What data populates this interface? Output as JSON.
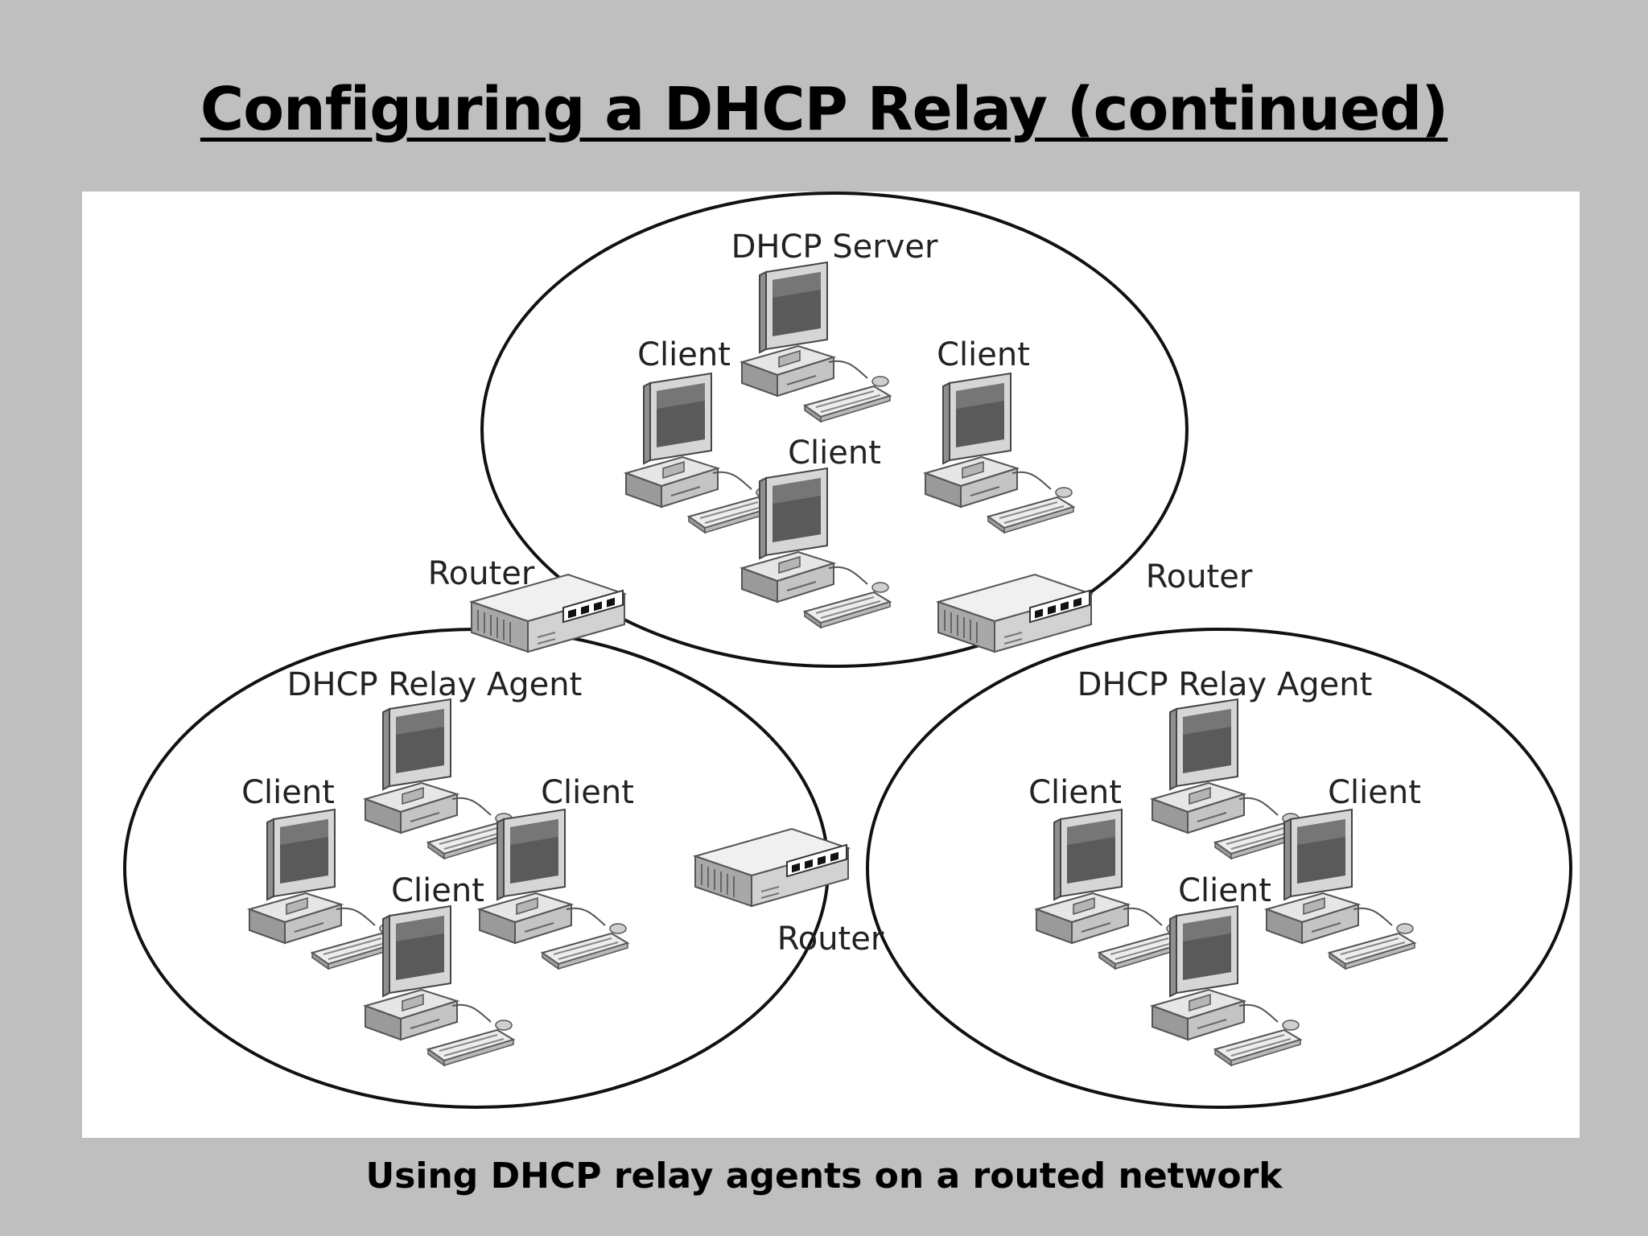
{
  "slide": {
    "title": "Configuring a DHCP Relay (continued)",
    "caption": "Using DHCP relay agents on a routed network",
    "background_color": "#bfbfbf"
  },
  "diagram": {
    "networks": [
      {
        "heading": "DHCP Server",
        "clients": [
          "Client",
          "Client",
          "Client"
        ]
      },
      {
        "heading": "DHCP Relay Agent",
        "clients": [
          "Client",
          "Client",
          "Client"
        ]
      },
      {
        "heading": "DHCP Relay Agent",
        "clients": [
          "Client",
          "Client",
          "Client"
        ]
      }
    ],
    "routers": [
      "Router",
      "Router",
      "Router"
    ],
    "icons": {
      "computer": "desktop-computer-icon",
      "router": "router-icon"
    }
  }
}
